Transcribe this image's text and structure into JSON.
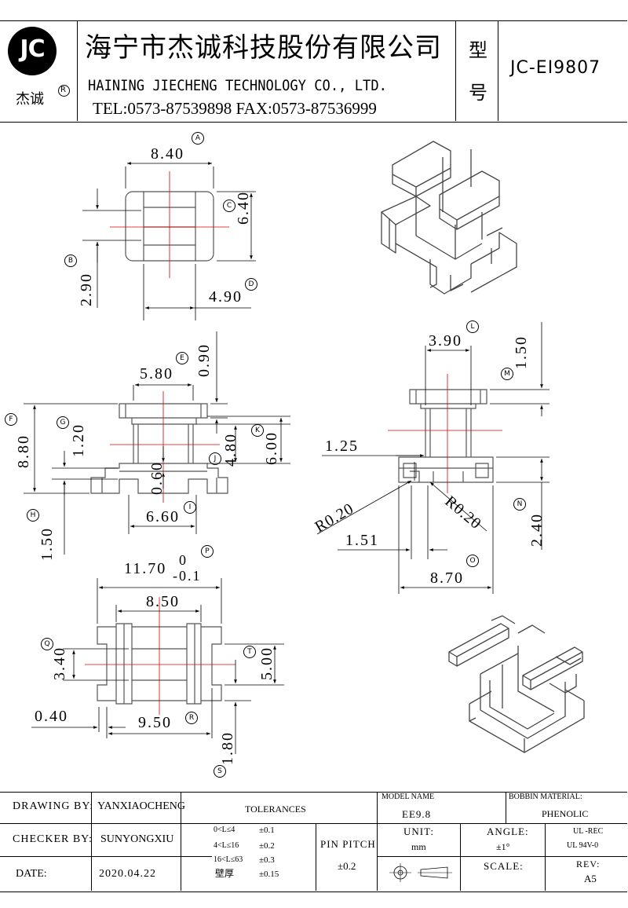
{
  "header": {
    "logo_text": "JC",
    "logo_caption": "杰诚",
    "logo_reg": "R",
    "company_cn": "海宁市杰诚科技股份有限公司",
    "company_en": "HAINING JIECHENG TECHNOLOGY CO., LTD.",
    "contact": "TEL:0573-87539898   FAX:0573-87536999",
    "model_label_1": "型",
    "model_label_2": "号",
    "model_number": "JC-EI9807"
  },
  "dims": {
    "d_8_40": "8.40",
    "d_6_40": "6.40",
    "d_2_90": "2.90",
    "d_4_90": "4.90",
    "d_5_80": "5.80",
    "d_0_90": "0.90",
    "d_8_80": "8.80",
    "d_1_20": "1.20",
    "d_4_80": "4.80",
    "d_6_00": "6.00",
    "d_0_60": "0.60",
    "d_6_60": "6.60",
    "d_1_50a": "1.50",
    "d_3_90": "3.90",
    "d_1_50b": "1.50",
    "d_1_25": "1.25",
    "d_r020a": "R0.20",
    "d_r020b": "R0.20",
    "d_1_51": "1.51",
    "d_2_40": "2.40",
    "d_8_70": "8.70",
    "d_11_70": "11.70",
    "d_tol_up": "0",
    "d_tol_dn": "-0.1",
    "d_8_50": "8.50",
    "d_3_40": "3.40",
    "d_5_00": "5.00",
    "d_0_40": "0.40",
    "d_9_50": "9.50",
    "d_1_80": "1.80"
  },
  "callouts": {
    "A": "A",
    "B": "B",
    "C": "C",
    "D": "D",
    "E": "E",
    "F": "F",
    "G": "G",
    "H": "H",
    "I": "I",
    "J": "J",
    "K": "K",
    "L": "L",
    "M": "M",
    "N": "N",
    "O": "O",
    "P": "P",
    "Q": "Q",
    "R": "R",
    "S": "S",
    "T": "T"
  },
  "footer": {
    "drawing_by_label": "DRAWING  BY:",
    "drawing_by": "YANXIAOCHENG",
    "tolerances_label": "TOLERANCES",
    "model_name_label": "MODEL NAME",
    "model_name": "EE9.8",
    "bobbin_material_label": "BOBBIN MATERIAL:",
    "bobbin_material": "PHENOLIC",
    "checker_by_label": "CHECKER  BY:",
    "checker_by": "SUNYONGXIU",
    "tol_rows": [
      {
        "range": "0<L≤4",
        "value": "±0.1"
      },
      {
        "range": "4<L≤16",
        "value": "±0.2"
      },
      {
        "range": "16<L≤63",
        "value": "±0.3"
      },
      {
        "range": "壁厚",
        "value": "±0.15"
      }
    ],
    "pin_pitch_label": "PIN PITCH",
    "pin_pitch_value": "±0.2",
    "unit_label": "UNIT:",
    "unit_value": "mm",
    "angle_label": "ANGLE:",
    "angle_value": "±1°",
    "ul_1": "UL -REC",
    "ul_2": "UL  94V-0",
    "date_label": "DATE:",
    "date_value": "2020.04.22",
    "scale_label": "SCALE:",
    "rev_label": "REV:",
    "rev_value": "A5"
  }
}
